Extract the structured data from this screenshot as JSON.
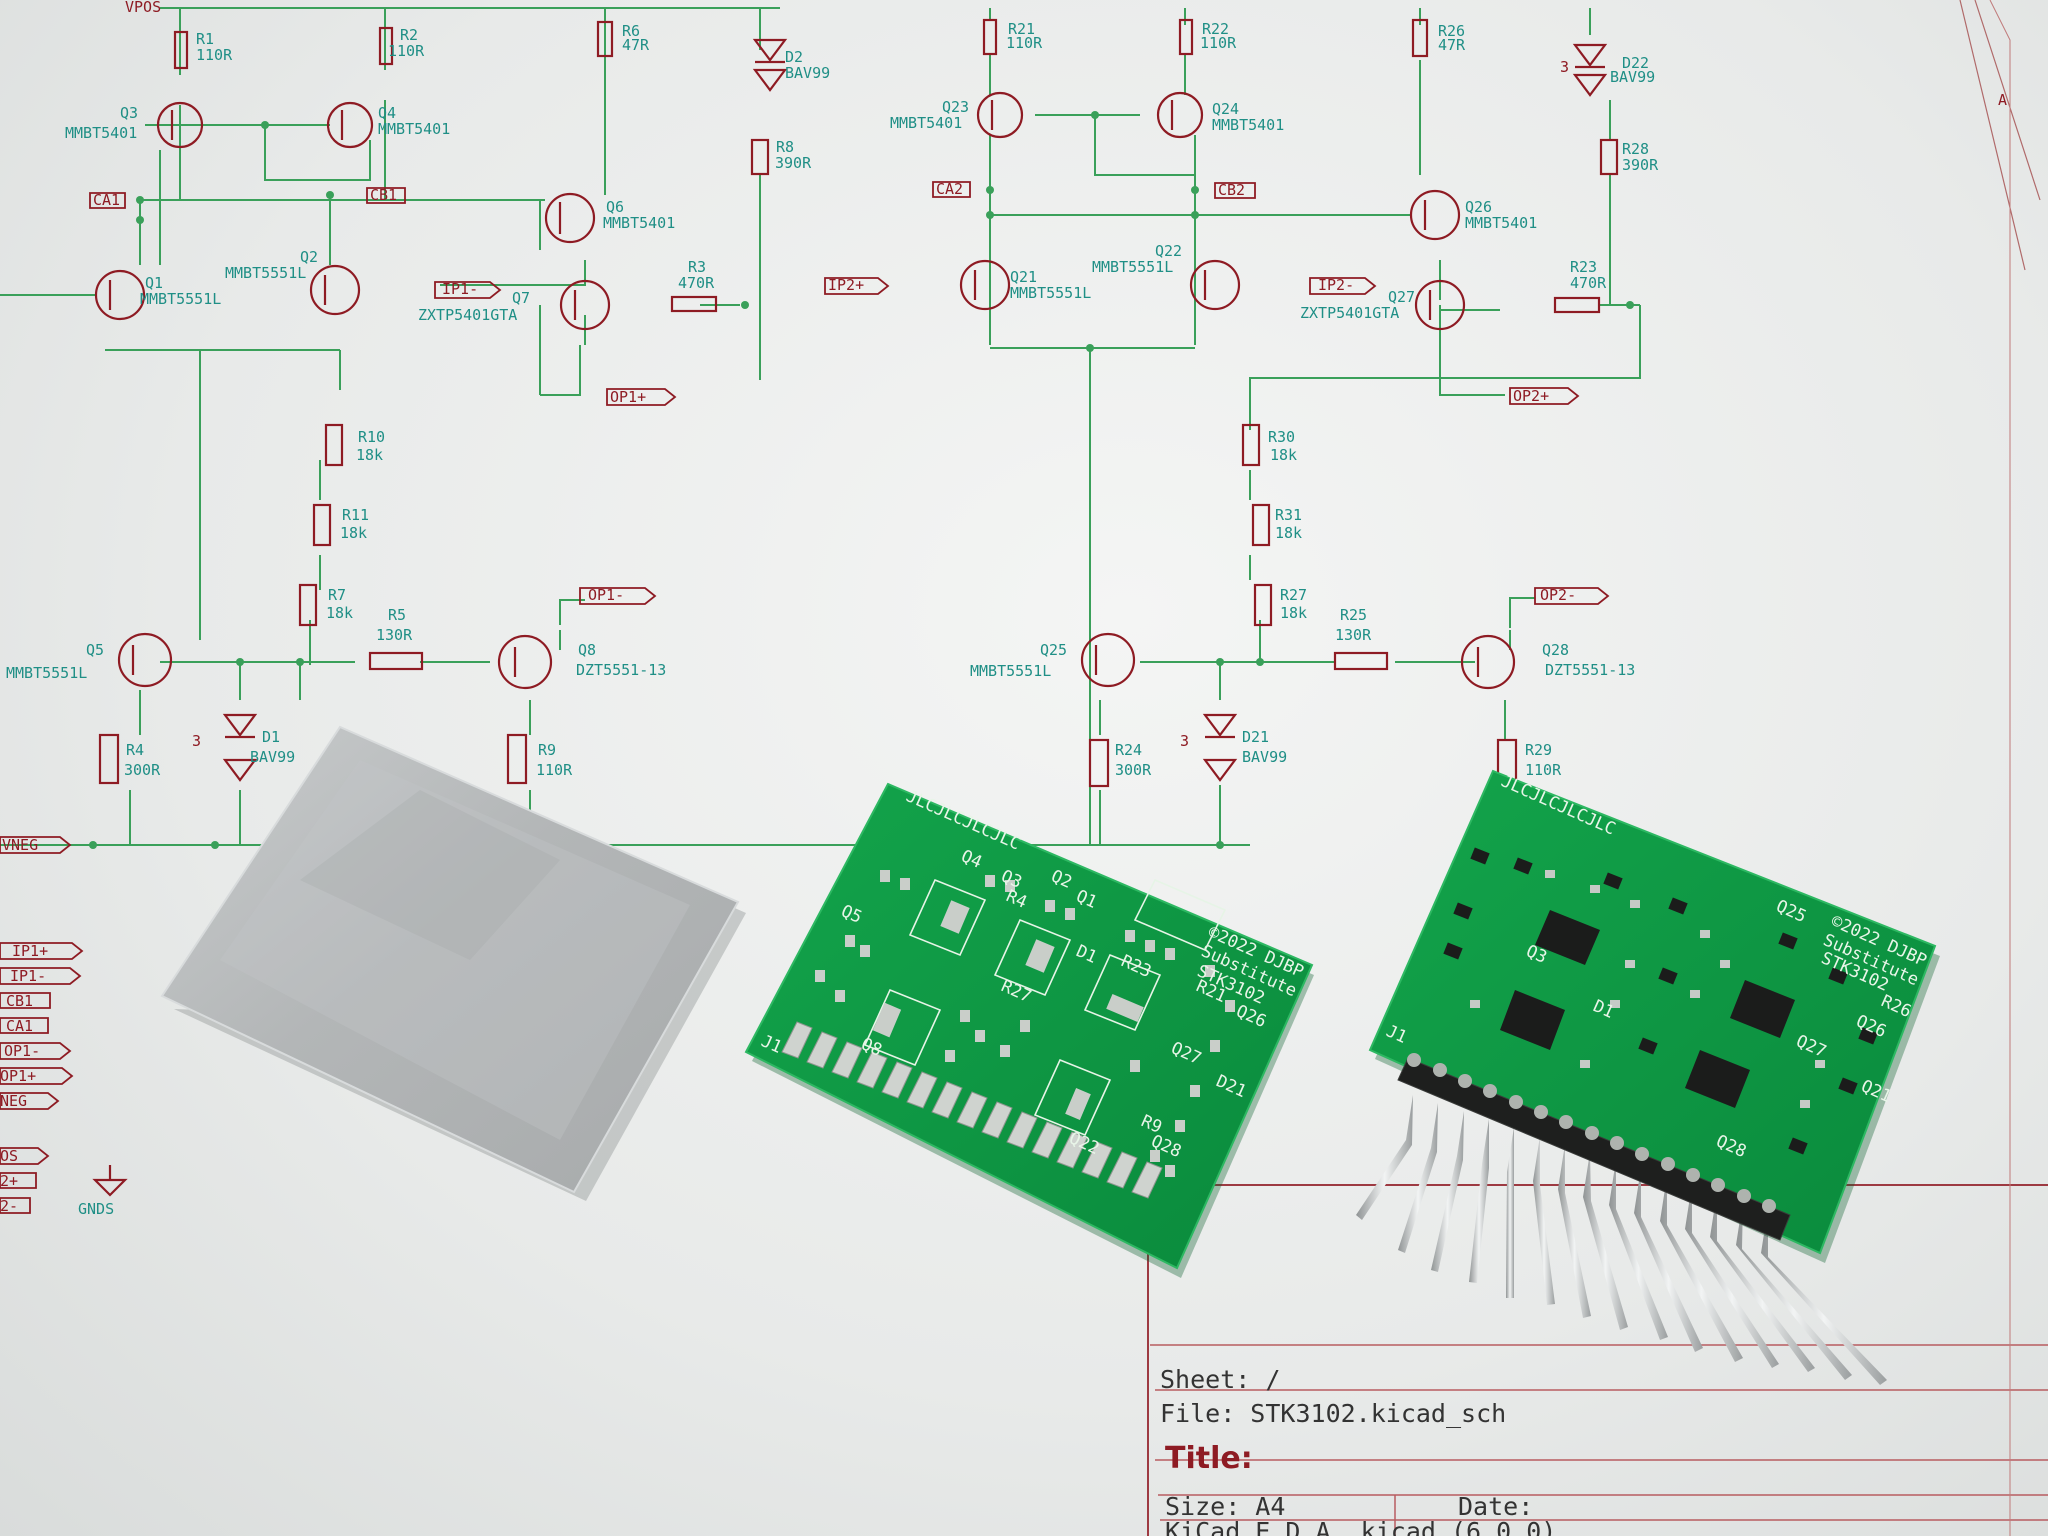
{
  "schematic": {
    "labels": {
      "vpos": "VPOS",
      "vneg": "VNEG",
      "r1": "R1",
      "r1v": "110R",
      "r2": "R2",
      "r2v": "110R",
      "r6": "R6",
      "r6v": "47R",
      "d2": "D2",
      "d2v": "BAV99",
      "r8": "R8",
      "r8v": "390R",
      "q3": "Q3",
      "q3v": "MMBT5401",
      "q4": "Q4",
      "q4v": "MMBT5401",
      "q6": "Q6",
      "q6v": "MMBT5401",
      "q1": "Q1",
      "q1v": "MMBT5551L",
      "q2": "Q2",
      "q2v": "MMBT5551L",
      "q7": "Q7",
      "q7v": "ZXTP5401GTA",
      "r3": "R3",
      "r3v": "470R",
      "r10": "R10",
      "r10v": "18k",
      "r11": "R11",
      "r11v": "18k",
      "r7": "R7",
      "r7v": "18k",
      "r5": "R5",
      "r5v": "130R",
      "q5": "Q5",
      "q5v": "MMBT5551L",
      "q8": "Q8",
      "q8v": "DZT5551-13",
      "d1": "D1",
      "d1v": "BAV99",
      "r4": "R4",
      "r4v": "300R",
      "r9": "R9",
      "r9v": "110R",
      "r21": "R21",
      "r21v": "110R",
      "r22": "R22",
      "r22v": "110R",
      "r26": "R26",
      "r26v": "47R",
      "d22": "D22",
      "d22v": "BAV99",
      "r28": "R28",
      "r28v": "390R",
      "q23": "Q23",
      "q23v": "MMBT5401",
      "q24": "Q24",
      "q24v": "MMBT5401",
      "q26": "Q26",
      "q26v": "MMBT5401",
      "q21": "Q21",
      "q21v": "MMBT5551L",
      "q22": "Q22",
      "q22v": "MMBT5551L",
      "q27": "Q27",
      "q27v": "ZXTP5401GTA",
      "r23": "R23",
      "r23v": "470R",
      "r30": "R30",
      "r30v": "18k",
      "r31": "R31",
      "r31v": "18k",
      "r27": "R27",
      "r27v": "18k",
      "r25": "R25",
      "r25v": "130R",
      "q25": "Q25",
      "q25v": "MMBT5551L",
      "q28": "Q28",
      "q28v": "DZT5551-13",
      "d21": "D21",
      "d21v": "BAV99",
      "r24": "R24",
      "r24v": "300R",
      "r29": "R29",
      "r29v": "110R",
      "gnds": "GNDS",
      "pin3": "3"
    },
    "nets": {
      "ca1": "CA1",
      "cb1": "CB1",
      "ip1m": "IP1-",
      "op1p": "OP1+",
      "op1m": "OP1-",
      "ca2": "CA2",
      "cb2": "CB2",
      "ip2p": "IP2+",
      "ip2m": "IP2-",
      "op2p": "OP2+",
      "op2m": "OP2-",
      "left_list": [
        "IP1+",
        "IP1-",
        "CB1",
        "CA1",
        "OP1-",
        "OP1+",
        "NEG"
      ],
      "left_list2": [
        "OS",
        "2+",
        "2-"
      ],
      "a": "A"
    },
    "title_block": {
      "sheet": "Sheet: /",
      "file": "File: STK3102.kicad_sch",
      "title": "Title:",
      "size": "Size: A4",
      "date": "Date:",
      "kicad": "KiCad E.D.A. kicad (6.0.0)"
    }
  },
  "boards": {
    "bare": {
      "copyright": "©2022 DJBP",
      "line2": "Substitute",
      "line3": "STK3102",
      "j1": "J1",
      "pcb_id": "JLCJLCJLCJLC",
      "refs": [
        "Q5",
        "Q4",
        "Q3",
        "Q2",
        "Q1",
        "Q26",
        "Q27",
        "Q28",
        "Q8",
        "Q22",
        "R21",
        "R23",
        "R27",
        "D1",
        "D21",
        "R4",
        "R9"
      ]
    },
    "populated": {
      "copyright": "©2022 DJBP",
      "line2": "Substitute",
      "line3": "STK3102",
      "j1": "J1",
      "pcb_id": "JLCJLCJLCJLC",
      "refs": [
        "Q25",
        "Q26",
        "Q27",
        "Q28",
        "R26",
        "Q21",
        "D1",
        "Q3"
      ]
    }
  },
  "colors": {
    "paper": "#eef0ef",
    "wire": "#3aa05a",
    "symbol": "#8e1b23",
    "label": "#1f8f86",
    "pcb_green": "#0f9a45",
    "aluminium": "#b9bcbd"
  }
}
